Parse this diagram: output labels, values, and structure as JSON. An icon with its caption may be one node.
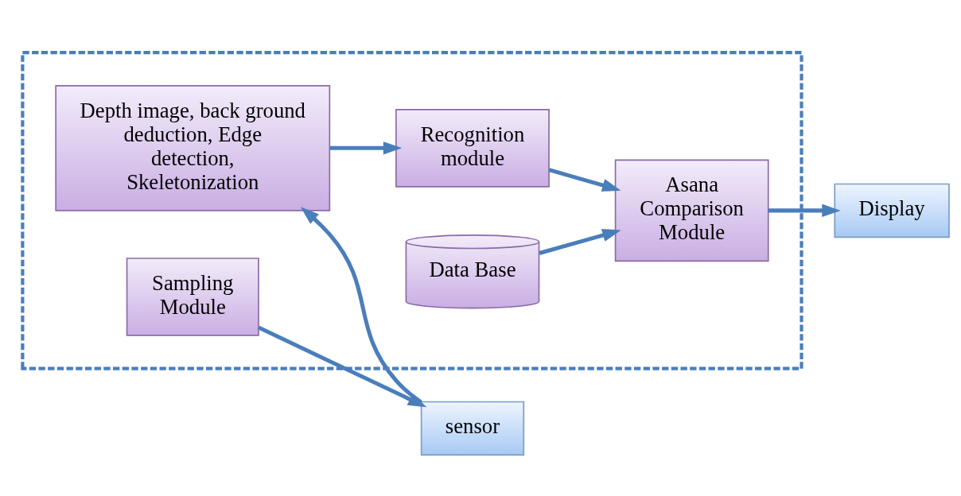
{
  "diagram": {
    "nodes": [
      {
        "text": [],
        "shape": "box"
      },
      {
        "text": [
          "Depth image, back ground deduction, Edge detection, Skeletonization"
        ],
        "in": 0
      },
      {
        "text": [
          "sensor"
        ]
      },
      {
        "text": [
          "Sampling Module"
        ],
        "in": 0
      },
      {
        "text": [
          "Recognition module"
        ],
        "in": 0
      },
      {
        "text": [
          "Asana Comparison Module"
        ],
        "in": 0
      },
      {
        "text": [
          "Display"
        ]
      },
      {
        "text": [
          "Data Base"
        ],
        "in": 0
      }
    ],
    "edges": [
      {
        "from": 2,
        "to": 1,
        "arrow": "to"
      },
      {
        "from": 1,
        "to": 4,
        "arrow": "to"
      },
      {
        "from": 3,
        "to": 2,
        "arrow": "to"
      },
      {
        "from": 4,
        "to": 5,
        "arrow": "to"
      },
      {
        "from": 7,
        "to": 5,
        "arrow": "to"
      },
      {
        "from": 5,
        "to": 6,
        "arrow": "to"
      }
    ]
  }
}
